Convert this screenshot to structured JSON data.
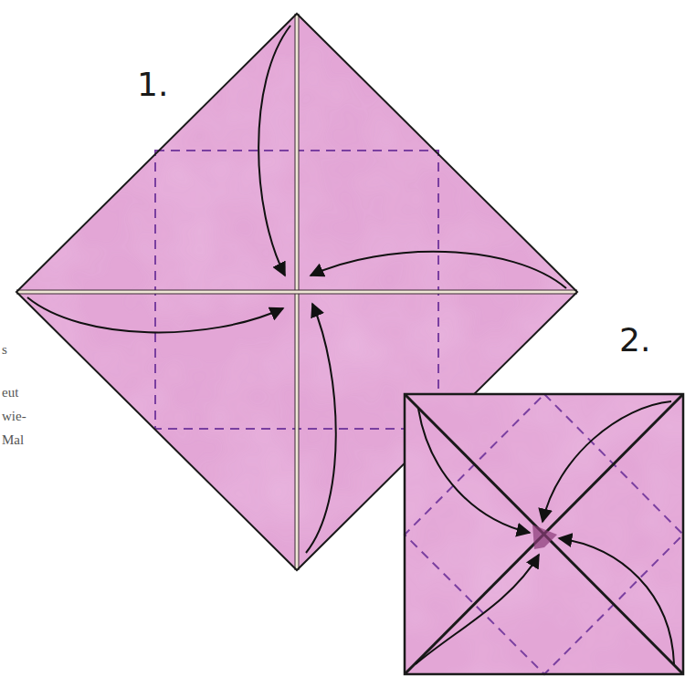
{
  "diagram": {
    "labels": [
      "1.",
      "2.",
      "s",
      "eut",
      "wie-",
      "Mal"
    ]
  }
}
